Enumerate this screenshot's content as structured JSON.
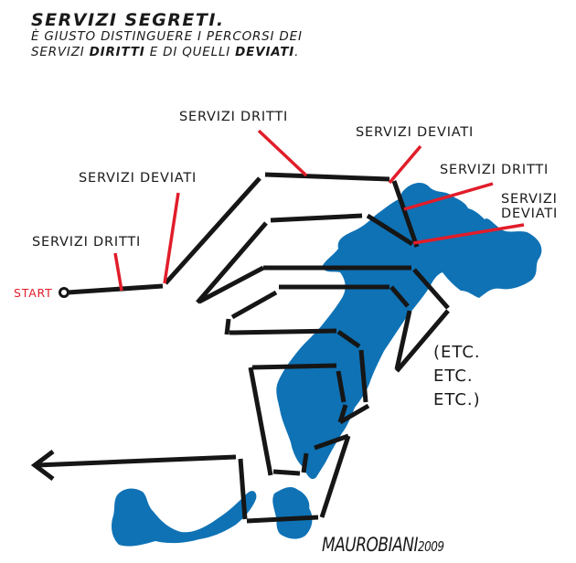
{
  "header": {
    "title": "SERVIZI SEGRETI.",
    "subtitle_line1": "È GIUSTO DISTINGUERE I PERCORSI DEI",
    "subtitle_line2_prefix": "SERVIZI ",
    "subtitle_line2_bold1": "DIRITTI",
    "subtitle_line2_mid": " E DI QUELLI ",
    "subtitle_line2_bold2": "DEVIATI",
    "subtitle_line2_suffix": "."
  },
  "labels": [
    {
      "text": "SERVIZI DRITTI"
    },
    {
      "text": "SERVIZI DEVIATI"
    },
    {
      "text": "SERVIZI DRITTI"
    },
    {
      "text": "SERVIZI DEVIATI"
    },
    {
      "text": "SERVIZI DRITTI"
    },
    {
      "text": "SERVIZI"
    },
    {
      "text": "DEVIATI"
    }
  ],
  "start_label": "START",
  "etc": {
    "line1": "(ETC.",
    "line2": "ETC.",
    "line3": "ETC.)"
  },
  "signature": {
    "name": "MAUROBIANI",
    "year": "2009"
  },
  "colors": {
    "map_blue": "#0f72b5",
    "path_black": "#161616",
    "pointer_red": "#e11d2a",
    "background": "#ffffff"
  }
}
